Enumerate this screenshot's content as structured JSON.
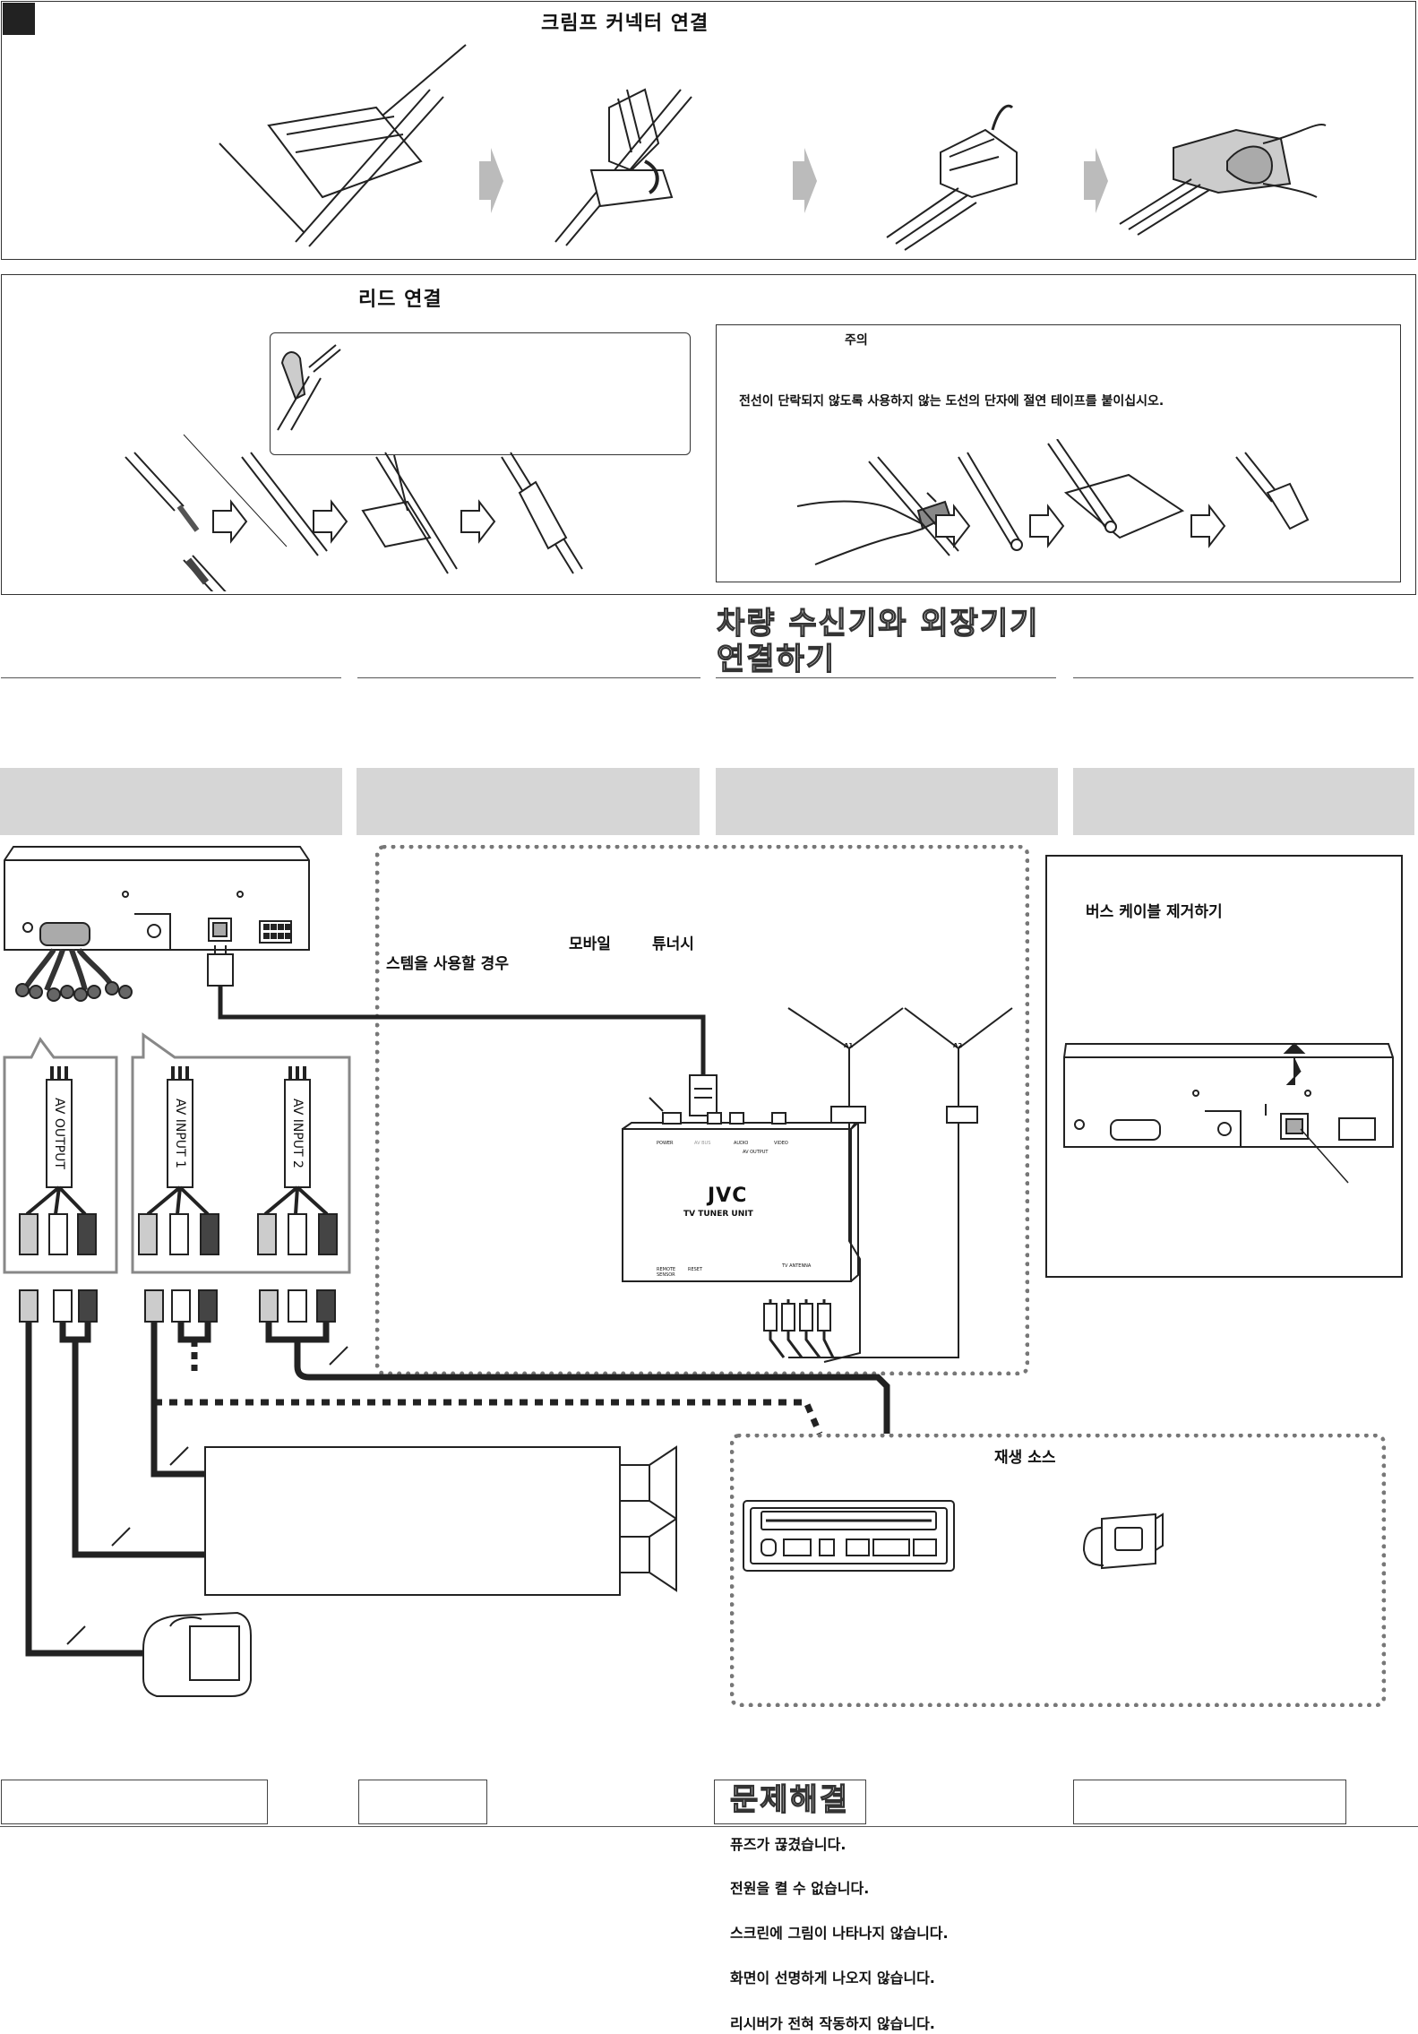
{
  "crimp_section": {
    "title": "크림프 커넥터 연결"
  },
  "lead_section": {
    "title": "리드 연결",
    "caution_title": "주의",
    "caution_text": "전선이 단락되지 않도록 사용하지 않는 도선의 단자에 절연 테이프를 붙이십시오."
  },
  "connect_section": {
    "title_line1": "차량 수신기와 외장기기",
    "title_line2": "연결하기"
  },
  "tuner_box": {
    "text_a": "모바일",
    "text_b": "튜너시",
    "text_c": "스템을 사용할 경우",
    "brand": "JVC",
    "unit_name": "TV TUNER UNIT",
    "port_power": "POWER",
    "port_av_bus": "AV BUS",
    "port_audio": "AUDIO",
    "port_video": "VIDEO",
    "port_av_output": "AV OUTPUT",
    "port_remote": "REMOTE SENSOR",
    "port_reset": "RESET",
    "port_antenna": "TV ANTENNA",
    "antenna_label": "A1",
    "antenna_label2": "A2"
  },
  "cable_labels": {
    "av_output": "AV OUTPUT",
    "av_input1": "AV INPUT 1",
    "av_input2": "AV INPUT 2"
  },
  "bus_box": {
    "title": "버스 케이블 제거하기"
  },
  "playback_box": {
    "title": "재생 소스"
  },
  "trouble_section": {
    "title": "문제해결",
    "items": [
      "퓨즈가 끊겼습니다.",
      "전원을 켤 수 없습니다.",
      "스크린에 그림이 나타나지 않습니다.",
      "화면이 선명하게 나오지 않습니다.",
      "리시버가 전혀 작동하지 않습니다."
    ]
  }
}
